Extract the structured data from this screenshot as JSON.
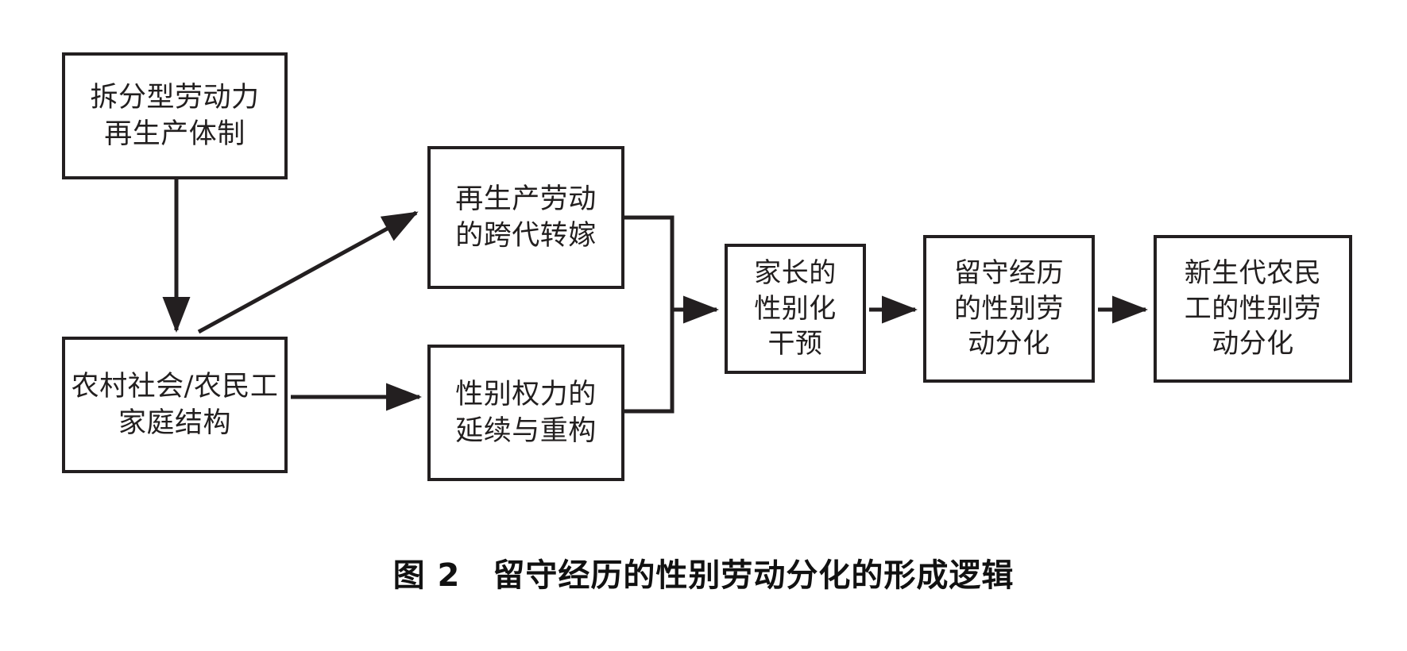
{
  "figure": {
    "caption_label": "图 2",
    "caption_title": "留守经历的性别劳动分化的形成逻辑",
    "caption_full": "图 2　留守经历的性别劳动分化的形成逻辑",
    "colors": {
      "stroke": "#231f20",
      "text": "#221f1f",
      "background": "#ffffff",
      "caption": "#111111"
    },
    "nodes": [
      {
        "id": "split-labor",
        "lines": [
          "拆分型劳动力",
          "再生产体制"
        ]
      },
      {
        "id": "rural-family",
        "lines": [
          "农村社会/农民工",
          "家庭结构"
        ]
      },
      {
        "id": "intergen-transfer",
        "lines": [
          "再生产劳动",
          "的跨代转嫁"
        ]
      },
      {
        "id": "gender-power",
        "lines": [
          "性别权力的",
          "延续与重构"
        ]
      },
      {
        "id": "parent-intervention",
        "lines": [
          "家长的",
          "性别化",
          "干预"
        ]
      },
      {
        "id": "leftbehind-division",
        "lines": [
          "留守经历",
          "的性别劳",
          "动分化"
        ]
      },
      {
        "id": "newgen-division",
        "lines": [
          "新生代农民",
          "工的性别劳",
          "动分化"
        ]
      }
    ],
    "edges": [
      {
        "id": "split-labor-to-rural-family",
        "type": "vertical-arrow"
      },
      {
        "id": "intergen-transfer-to-rural-family",
        "type": "diagonal-arrow"
      },
      {
        "id": "rural-family-to-gender-power",
        "type": "horizontal-arrow"
      },
      {
        "id": "merge-to-parent-intervention",
        "type": "bracket-arrow"
      },
      {
        "id": "parent-intervention-to-leftbehind",
        "type": "horizontal-arrow"
      },
      {
        "id": "leftbehind-to-newgen",
        "type": "horizontal-arrow"
      }
    ]
  }
}
